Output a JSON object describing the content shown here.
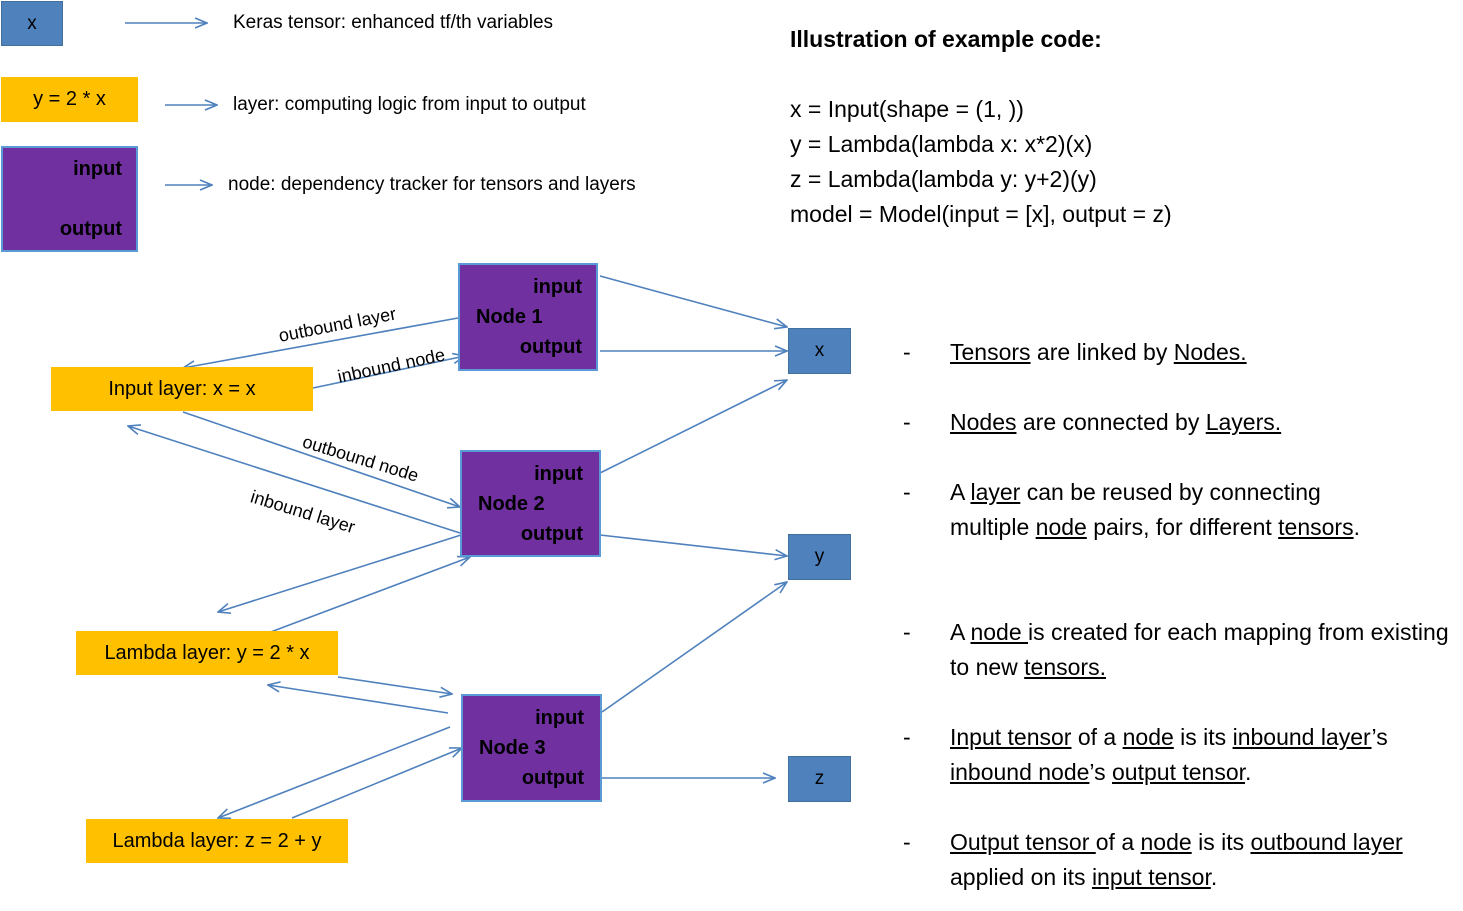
{
  "legend": {
    "tensor_box": "x",
    "tensor_desc": "Keras tensor: enhanced tf/th variables",
    "layer_box": "y = 2 * x",
    "layer_desc": "layer: computing logic from input to output",
    "node_box_input": "input",
    "node_box_output": "output",
    "node_desc": "node: dependency tracker for tensors and layers"
  },
  "code": {
    "title": "Illustration of example code:",
    "lines": [
      "x = Input(shape = (1, ))",
      "y = Lambda(lambda x: x*2)(x)",
      "z = Lambda(lambda y: y+2)(y)",
      "model = Model(input = [x], output = z)"
    ]
  },
  "diagram": {
    "layers": [
      "Input layer: x = x",
      "Lambda layer: y = 2 * x",
      "Lambda layer: z = 2 + y"
    ],
    "nodes": [
      {
        "input": "input",
        "name": "Node 1",
        "output": "output"
      },
      {
        "input": "input",
        "name": "Node 2",
        "output": "output"
      },
      {
        "input": "input",
        "name": "Node 3",
        "output": "output"
      }
    ],
    "tensors": [
      "x",
      "y",
      "z"
    ],
    "edge_labels": {
      "outbound_layer": "outbound layer",
      "inbound_node": "inbound node",
      "outbound_node": "outbound node",
      "inbound_layer": "inbound layer"
    }
  },
  "bullets": [
    {
      "dash": "-",
      "parts": [
        {
          "t": "Tensors",
          "u": true
        },
        {
          "t": " are linked by "
        },
        {
          "t": "Nodes.",
          "u": true
        }
      ]
    },
    {
      "dash": "-",
      "parts": [
        {
          "t": "Nodes",
          "u": true
        },
        {
          "t": " are connected by "
        },
        {
          "t": "Layers.",
          "u": true
        }
      ]
    },
    {
      "dash": "-",
      "parts": [
        {
          "t": "A "
        },
        {
          "t": "layer",
          "u": true
        },
        {
          "t": " can be reused by connecting multiple "
        },
        {
          "t": "node",
          "u": true
        },
        {
          "t": " pairs, for different "
        },
        {
          "t": "tensors",
          "u": true
        },
        {
          "t": "."
        }
      ]
    },
    {
      "dash": "-",
      "parts": [
        {
          "t": "A "
        },
        {
          "t": "node ",
          "u": true
        },
        {
          "t": "is created for each mapping from existing to new "
        },
        {
          "t": "tensors.",
          "u": true
        }
      ]
    },
    {
      "dash": "-",
      "parts": [
        {
          "t": "Input tensor",
          "u": true
        },
        {
          "t": " of a "
        },
        {
          "t": "node",
          "u": true
        },
        {
          "t": " is its "
        },
        {
          "t": "inbound layer",
          "u": true
        },
        {
          "t": "’s "
        },
        {
          "t": "inbound node",
          "u": true
        },
        {
          "t": "’s "
        },
        {
          "t": "output tensor",
          "u": true
        },
        {
          "t": "."
        }
      ]
    },
    {
      "dash": "-",
      "parts": [
        {
          "t": "Output tensor ",
          "u": true
        },
        {
          "t": " of a "
        },
        {
          "t": "node",
          "u": true
        },
        {
          "t": " is its "
        },
        {
          "t": "outbound layer",
          "u": true
        },
        {
          "t": " applied on its "
        },
        {
          "t": "input tensor",
          "u": true
        },
        {
          "t": "."
        }
      ]
    }
  ],
  "colors": {
    "tensor": "#4f81bd",
    "layer": "#ffc000",
    "node": "#7030a0",
    "arrow": "#4f81bd"
  }
}
